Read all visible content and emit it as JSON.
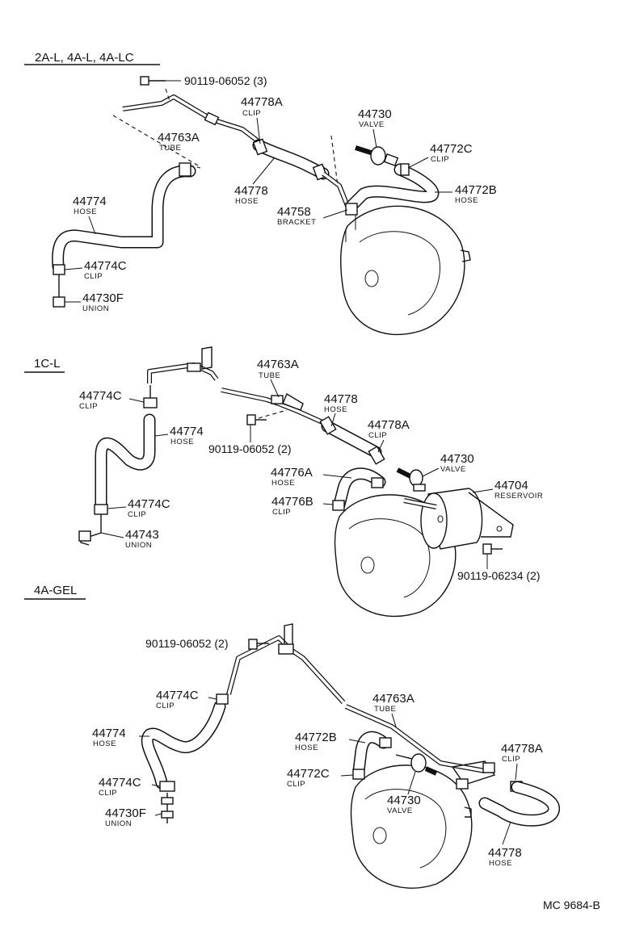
{
  "sections": {
    "s1": "2A-L, 4A-L, 4A-LC",
    "s2": "1C-L",
    "s3": "4A-GEL"
  },
  "labels": {
    "a_bolt": "90119-06052 (3)",
    "a_clipA_no": "44778A",
    "a_clipA_nm": "CLIP",
    "a_valve_no": "44730",
    "a_valve_nm": "VALVE",
    "a_tube_no": "44763A",
    "a_tube_nm": "TUBE",
    "a_clipC_no": "44772C",
    "a_clipC_nm": "CLIP",
    "a_hose_no": "44778",
    "a_hose_nm": "HOSE",
    "a_hoseB_no": "44772B",
    "a_hoseB_nm": "HOSE",
    "a_hose4_no": "44774",
    "a_hose4_nm": "HOSE",
    "a_brk_no": "44758",
    "a_brk_nm": "BRACKET",
    "a_clip4_no": "44774C",
    "a_clip4_nm": "CLIP",
    "a_union_no": "44730F",
    "a_union_nm": "UNION",
    "b_tube_no": "44763A",
    "b_tube_nm": "TUBE",
    "b_clip4_no": "44774C",
    "b_clip4_nm": "CLIP",
    "b_hose8_no": "44778",
    "b_hose8_nm": "HOSE",
    "b_hose4_no": "44774",
    "b_hose4_nm": "HOSE",
    "b_clipA_no": "44778A",
    "b_clipA_nm": "CLIP",
    "b_bolt": "90119-06052 (2)",
    "b_valve_no": "44730",
    "b_valve_nm": "VALVE",
    "b_hose6_no": "44776A",
    "b_hose6_nm": "HOSE",
    "b_res_no": "44704",
    "b_res_nm": "RESERVOIR",
    "b_clip6_no": "44776B",
    "b_clip6_nm": "CLIP",
    "b_clip4b_no": "44774C",
    "b_clip4b_nm": "CLIP",
    "b_union_no": "44743",
    "b_union_nm": "UNION",
    "b_bolt2": "90119-06234 (2)",
    "c_bolt": "90119-06052 (2)",
    "c_clip4_no": "44774C",
    "c_clip4_nm": "CLIP",
    "c_tube_no": "44763A",
    "c_tube_nm": "TUBE",
    "c_hose4_no": "44774",
    "c_hose4_nm": "HOSE",
    "c_hoseB_no": "44772B",
    "c_hoseB_nm": "HOSE",
    "c_clipA_no": "44778A",
    "c_clipA_nm": "CLIP",
    "c_clipC_no": "44772C",
    "c_clipC_nm": "CLIP",
    "c_clip4b_no": "44774C",
    "c_clip4b_nm": "CLIP",
    "c_valve_no": "44730",
    "c_valve_nm": "VALVE",
    "c_union_no": "44730F",
    "c_union_nm": "UNION",
    "c_hose8_no": "44778",
    "c_hose8_nm": "HOSE"
  },
  "footer": {
    "code": "MC 9684-B"
  }
}
